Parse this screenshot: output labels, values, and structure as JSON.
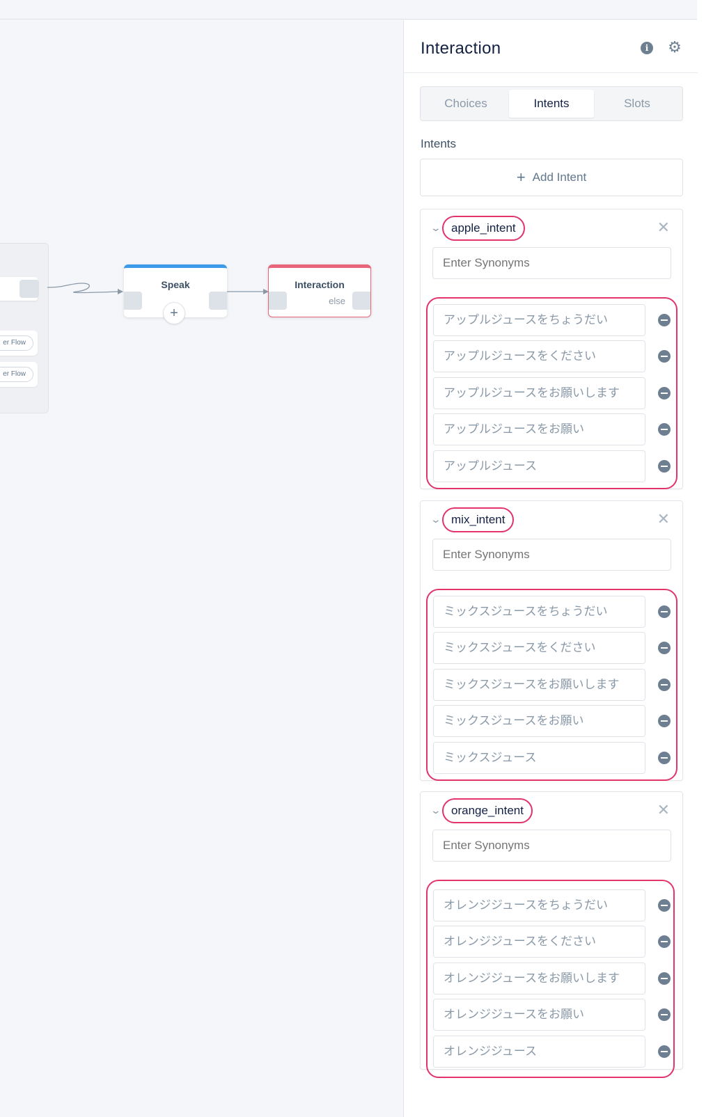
{
  "canvas": {
    "flow_pills": [
      "er Flow",
      "er Flow"
    ],
    "speak_node": {
      "title": "Speak",
      "add_label": "+"
    },
    "interaction_node": {
      "title": "Interaction",
      "else_label": "else"
    }
  },
  "panel": {
    "title": "Interaction",
    "icons": {
      "info": "info-icon",
      "settings": "gear-icon"
    },
    "tabs": [
      {
        "label": "Choices",
        "active": false
      },
      {
        "label": "Intents",
        "active": true
      },
      {
        "label": "Slots",
        "active": false
      }
    ],
    "section_label": "Intents",
    "add_intent_label": "Add Intent",
    "intents": [
      {
        "name": "apple_intent",
        "synonyms_placeholder": "Enter Synonyms",
        "synonyms": [
          "アップルジュースをちょうだい",
          "アップルジュースをください",
          "アップルジュースをお願いします",
          "アップルジュースをお願い",
          "アップルジュース"
        ]
      },
      {
        "name": "mix_intent",
        "synonyms_placeholder": "Enter Synonyms",
        "synonyms": [
          "ミックスジュースをちょうだい",
          "ミックスジュースをください",
          "ミックスジュースをお願いします",
          "ミックスジュースをお願い",
          "ミックスジュース"
        ]
      },
      {
        "name": "orange_intent",
        "synonyms_placeholder": "Enter Synonyms",
        "synonyms": [
          "オレンジジュースをちょうだい",
          "オレンジジュースをください",
          "オレンジジュースをお願いします",
          "オレンジジュースをお願い",
          "オレンジジュース"
        ]
      }
    ]
  },
  "colors": {
    "highlight": "#e2336b",
    "speak_accent": "#3d9ae8",
    "interaction_accent": "#e8657a"
  }
}
